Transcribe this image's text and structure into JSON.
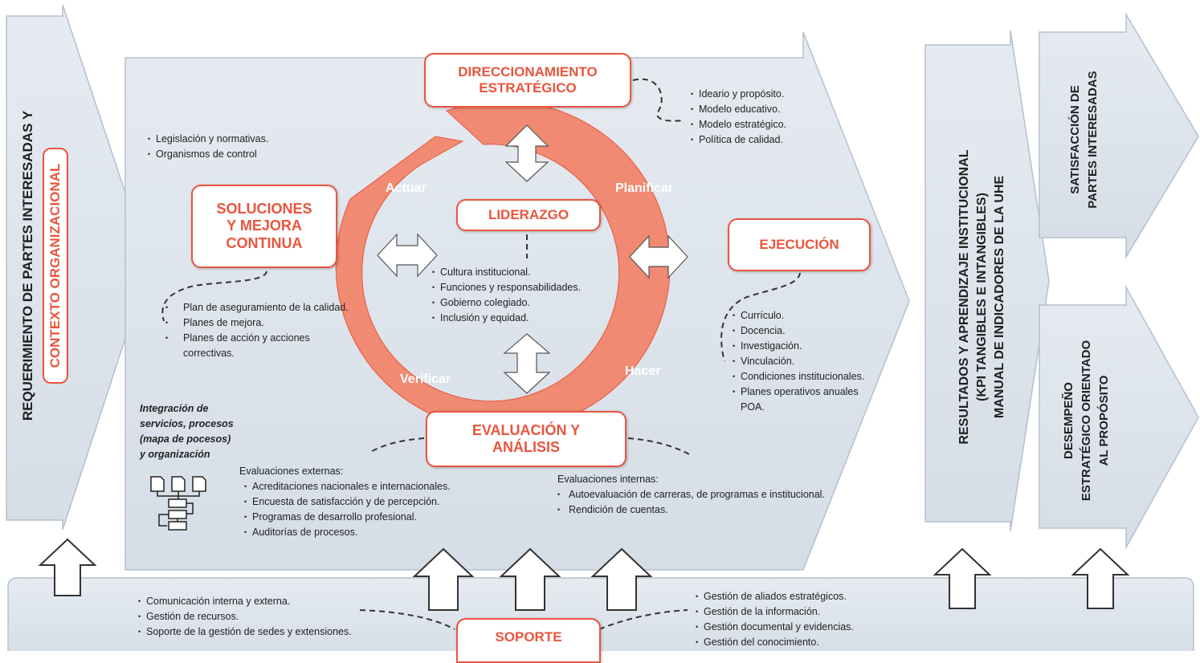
{
  "left_arrow": {
    "lines": [
      "REQUERIMIENTO DE PARTES INTERESADAS Y",
      "CONTEXTO ORGANIZACIONAL"
    ]
  },
  "direccionamiento": {
    "lines": [
      "DIRECCIONAMIENTO",
      "ESTRATÉGICO"
    ],
    "items": [
      "Ideario y propósito.",
      "Modelo educativo.",
      "Modelo estratégico.",
      "Política de calidad."
    ]
  },
  "contexto_items": [
    "Legislación y normativas.",
    "Organismos de control"
  ],
  "soluciones": {
    "lines": [
      "SOLUCIONES",
      "Y MEJORA",
      "CONTINUA"
    ],
    "items": [
      "Plan de aseguramiento de la calidad.",
      "Planes de mejora.",
      "Planes de acción y acciones correctivas."
    ]
  },
  "liderazgo": {
    "title": "LIDERAZGO",
    "items": [
      "Cultura institucional.",
      "Funciones y responsabilidades.",
      "Gobierno colegiado.",
      "Inclusión y equidad."
    ]
  },
  "cycle": {
    "actuar": "Actuar",
    "planificar": "Planificar",
    "verificar": "Verificar",
    "hacer": "Hacer"
  },
  "ejecucion": {
    "title": "EJECUCIÓN",
    "items": [
      "Currículo.",
      "Docencia.",
      "Investigación.",
      "Vinculación.",
      "Condiciones institucionales.",
      "Planes operativos anuales POA."
    ]
  },
  "evaluacion": {
    "lines": [
      "EVALUACIÓN Y",
      "ANÁLISIS"
    ],
    "externas_title": "Evaluaciones externas:",
    "externas": [
      "Acreditaciones nacionales e internacionales.",
      "Encuesta de satisfacción y de percepción.",
      "Programas de desarrollo profesional.",
      "Auditorías de procesos."
    ],
    "internas_title": "Evaluaciones internas:",
    "internas": [
      "Autoevaluación de carreras, de programas e institucional.",
      "Rendición de cuentas."
    ]
  },
  "integracion": [
    "Integración de",
    "servicios, procesos",
    "(mapa de pocesos)",
    "y organización"
  ],
  "resultados": {
    "lines": [
      "RESULTADOS Y APRENDIZAJE INSTITUCIONAL",
      "(KPI TANGIBLES E INTANGIBLES)",
      "MANUAL DE INDICADORES DE LA UHE"
    ]
  },
  "satisfaccion": {
    "lines": [
      "SATISFACCIÓN DE",
      "PARTES INTERESADAS"
    ]
  },
  "desempeno": {
    "lines": [
      "DESEMPEÑO",
      "ESTRATÉGICO ORIENTADO",
      "AL PROPÓSITO"
    ]
  },
  "soporte": {
    "title": "SOPORTE",
    "left_items": [
      "Comunicación interna y externa.",
      "Gestión de recursos.",
      "Soporte de la gestión de sedes y extensiones."
    ],
    "right_items": [
      "Gestión de aliados estratégicos.",
      "Gestión de la información.",
      "Gestión documental y evidencias.",
      "Gestión del conocimiento."
    ]
  },
  "colors": {
    "accent": "#e9553e",
    "cycle": "#f08a72",
    "panel": "#dde4ec",
    "panel_stroke": "#b5c0cc"
  }
}
